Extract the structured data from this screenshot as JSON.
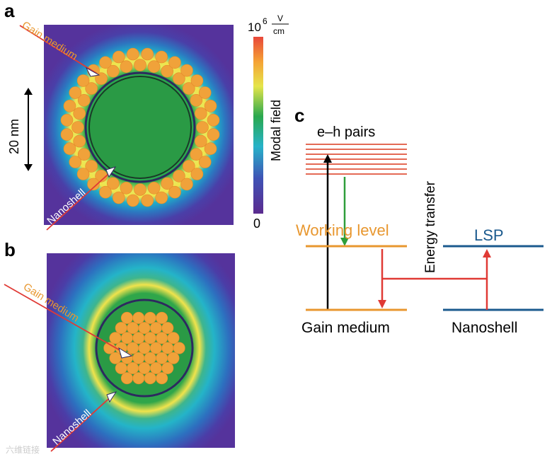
{
  "panels": {
    "a": {
      "label": "a"
    },
    "b": {
      "label": "b"
    },
    "c": {
      "label": "c"
    }
  },
  "panel_a": {
    "gain_medium_label": "Gain medium",
    "nanoshell_label": "Nanoshell",
    "scale_label": "20 nm"
  },
  "colorbar": {
    "top_base": "10",
    "top_exp": "6",
    "unit_num": "V",
    "unit_den": "cm",
    "title": "Modal field",
    "bottom": "0"
  },
  "panel_b": {
    "gain_medium_label": "Gain medium",
    "nanoshell_label": "Nanoshell"
  },
  "panel_c": {
    "eh_pairs": "e–h pairs",
    "energy_transfer": "Energy transfer",
    "working_level": "Working level",
    "lsp": "LSP",
    "gain_medium": "Gain medium",
    "nanoshell": "Nanoshell"
  },
  "watermark": "六维链接",
  "colors": {
    "orange": "#e8972f",
    "blue": "#1b5a8e",
    "red": "#e03a35",
    "green": "#2f9e3a",
    "purple": "#5b2b8f",
    "eh_line": "#e0553d"
  }
}
